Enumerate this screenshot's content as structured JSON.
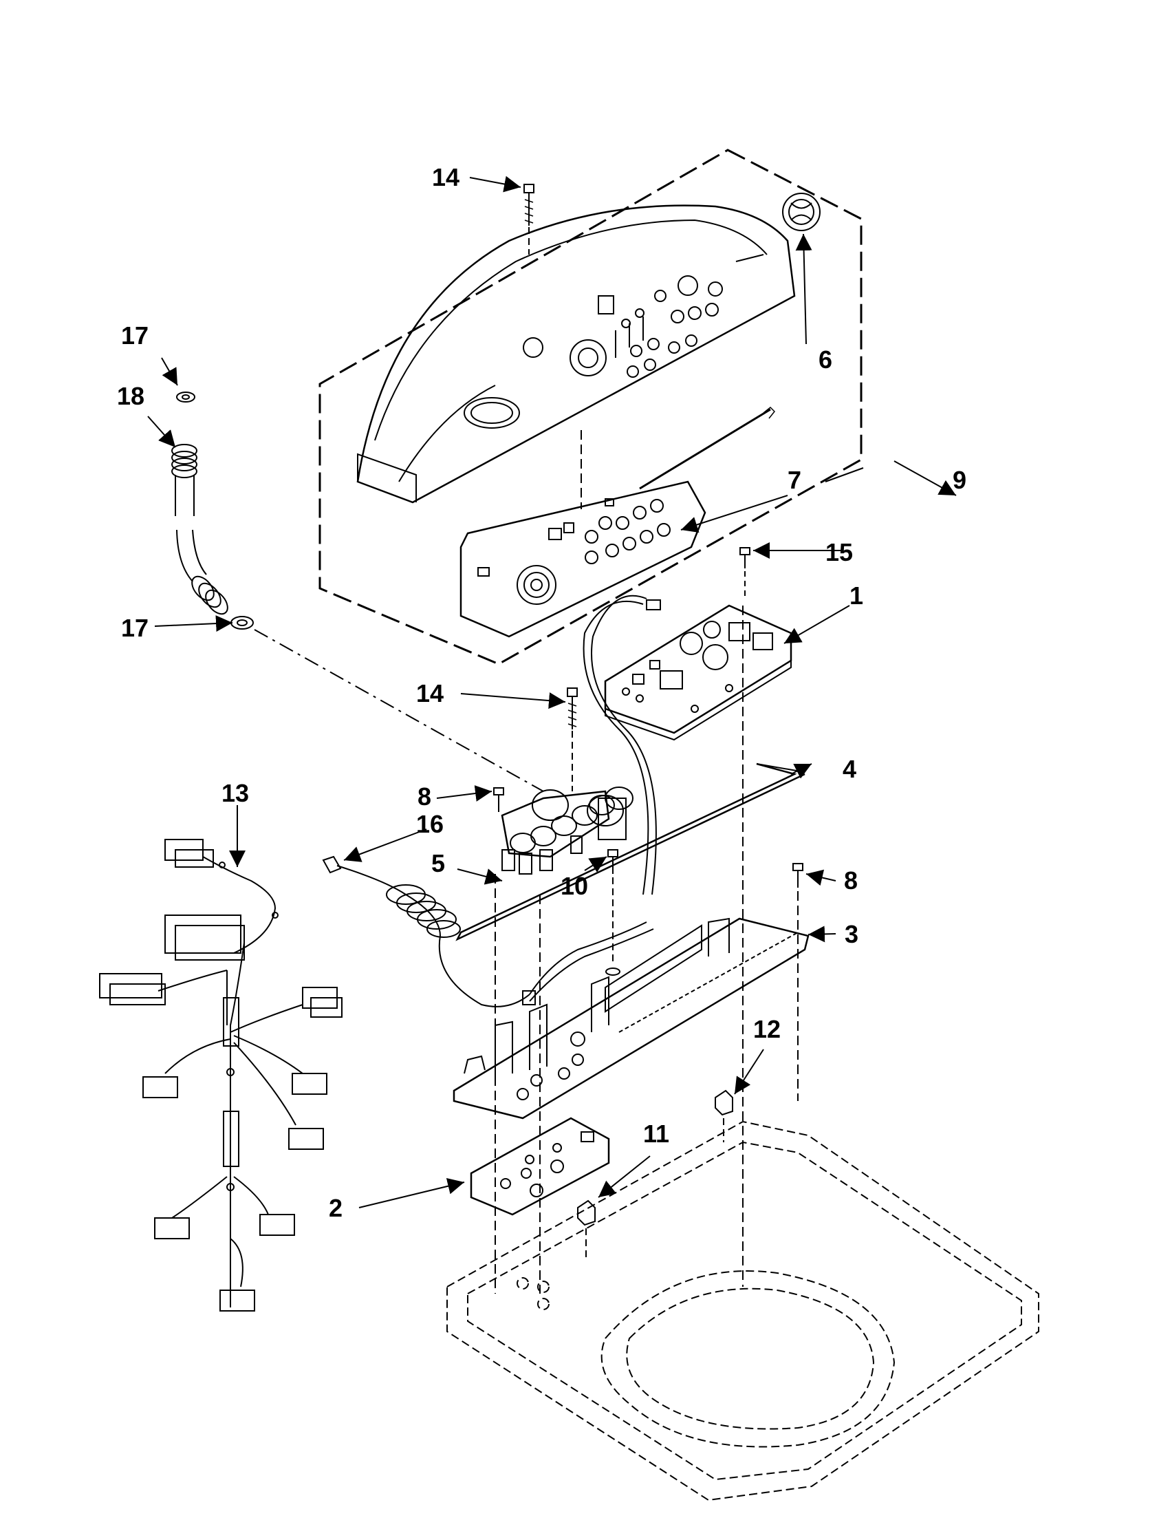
{
  "diagram": {
    "callouts": {
      "c1": "1",
      "c2": "2",
      "c3": "3",
      "c4": "4",
      "c5": "5",
      "c6": "6",
      "c7": "7",
      "c8a": "8",
      "c8b": "8",
      "c9": "9",
      "c10": "10",
      "c11": "11",
      "c12": "12",
      "c13": "13",
      "c14a": "14",
      "c14b": "14",
      "c15": "15",
      "c16": "16",
      "c17a": "17",
      "c17b": "17",
      "c18": "18"
    },
    "colors": {
      "line": "#000000",
      "background": "#ffffff"
    }
  }
}
